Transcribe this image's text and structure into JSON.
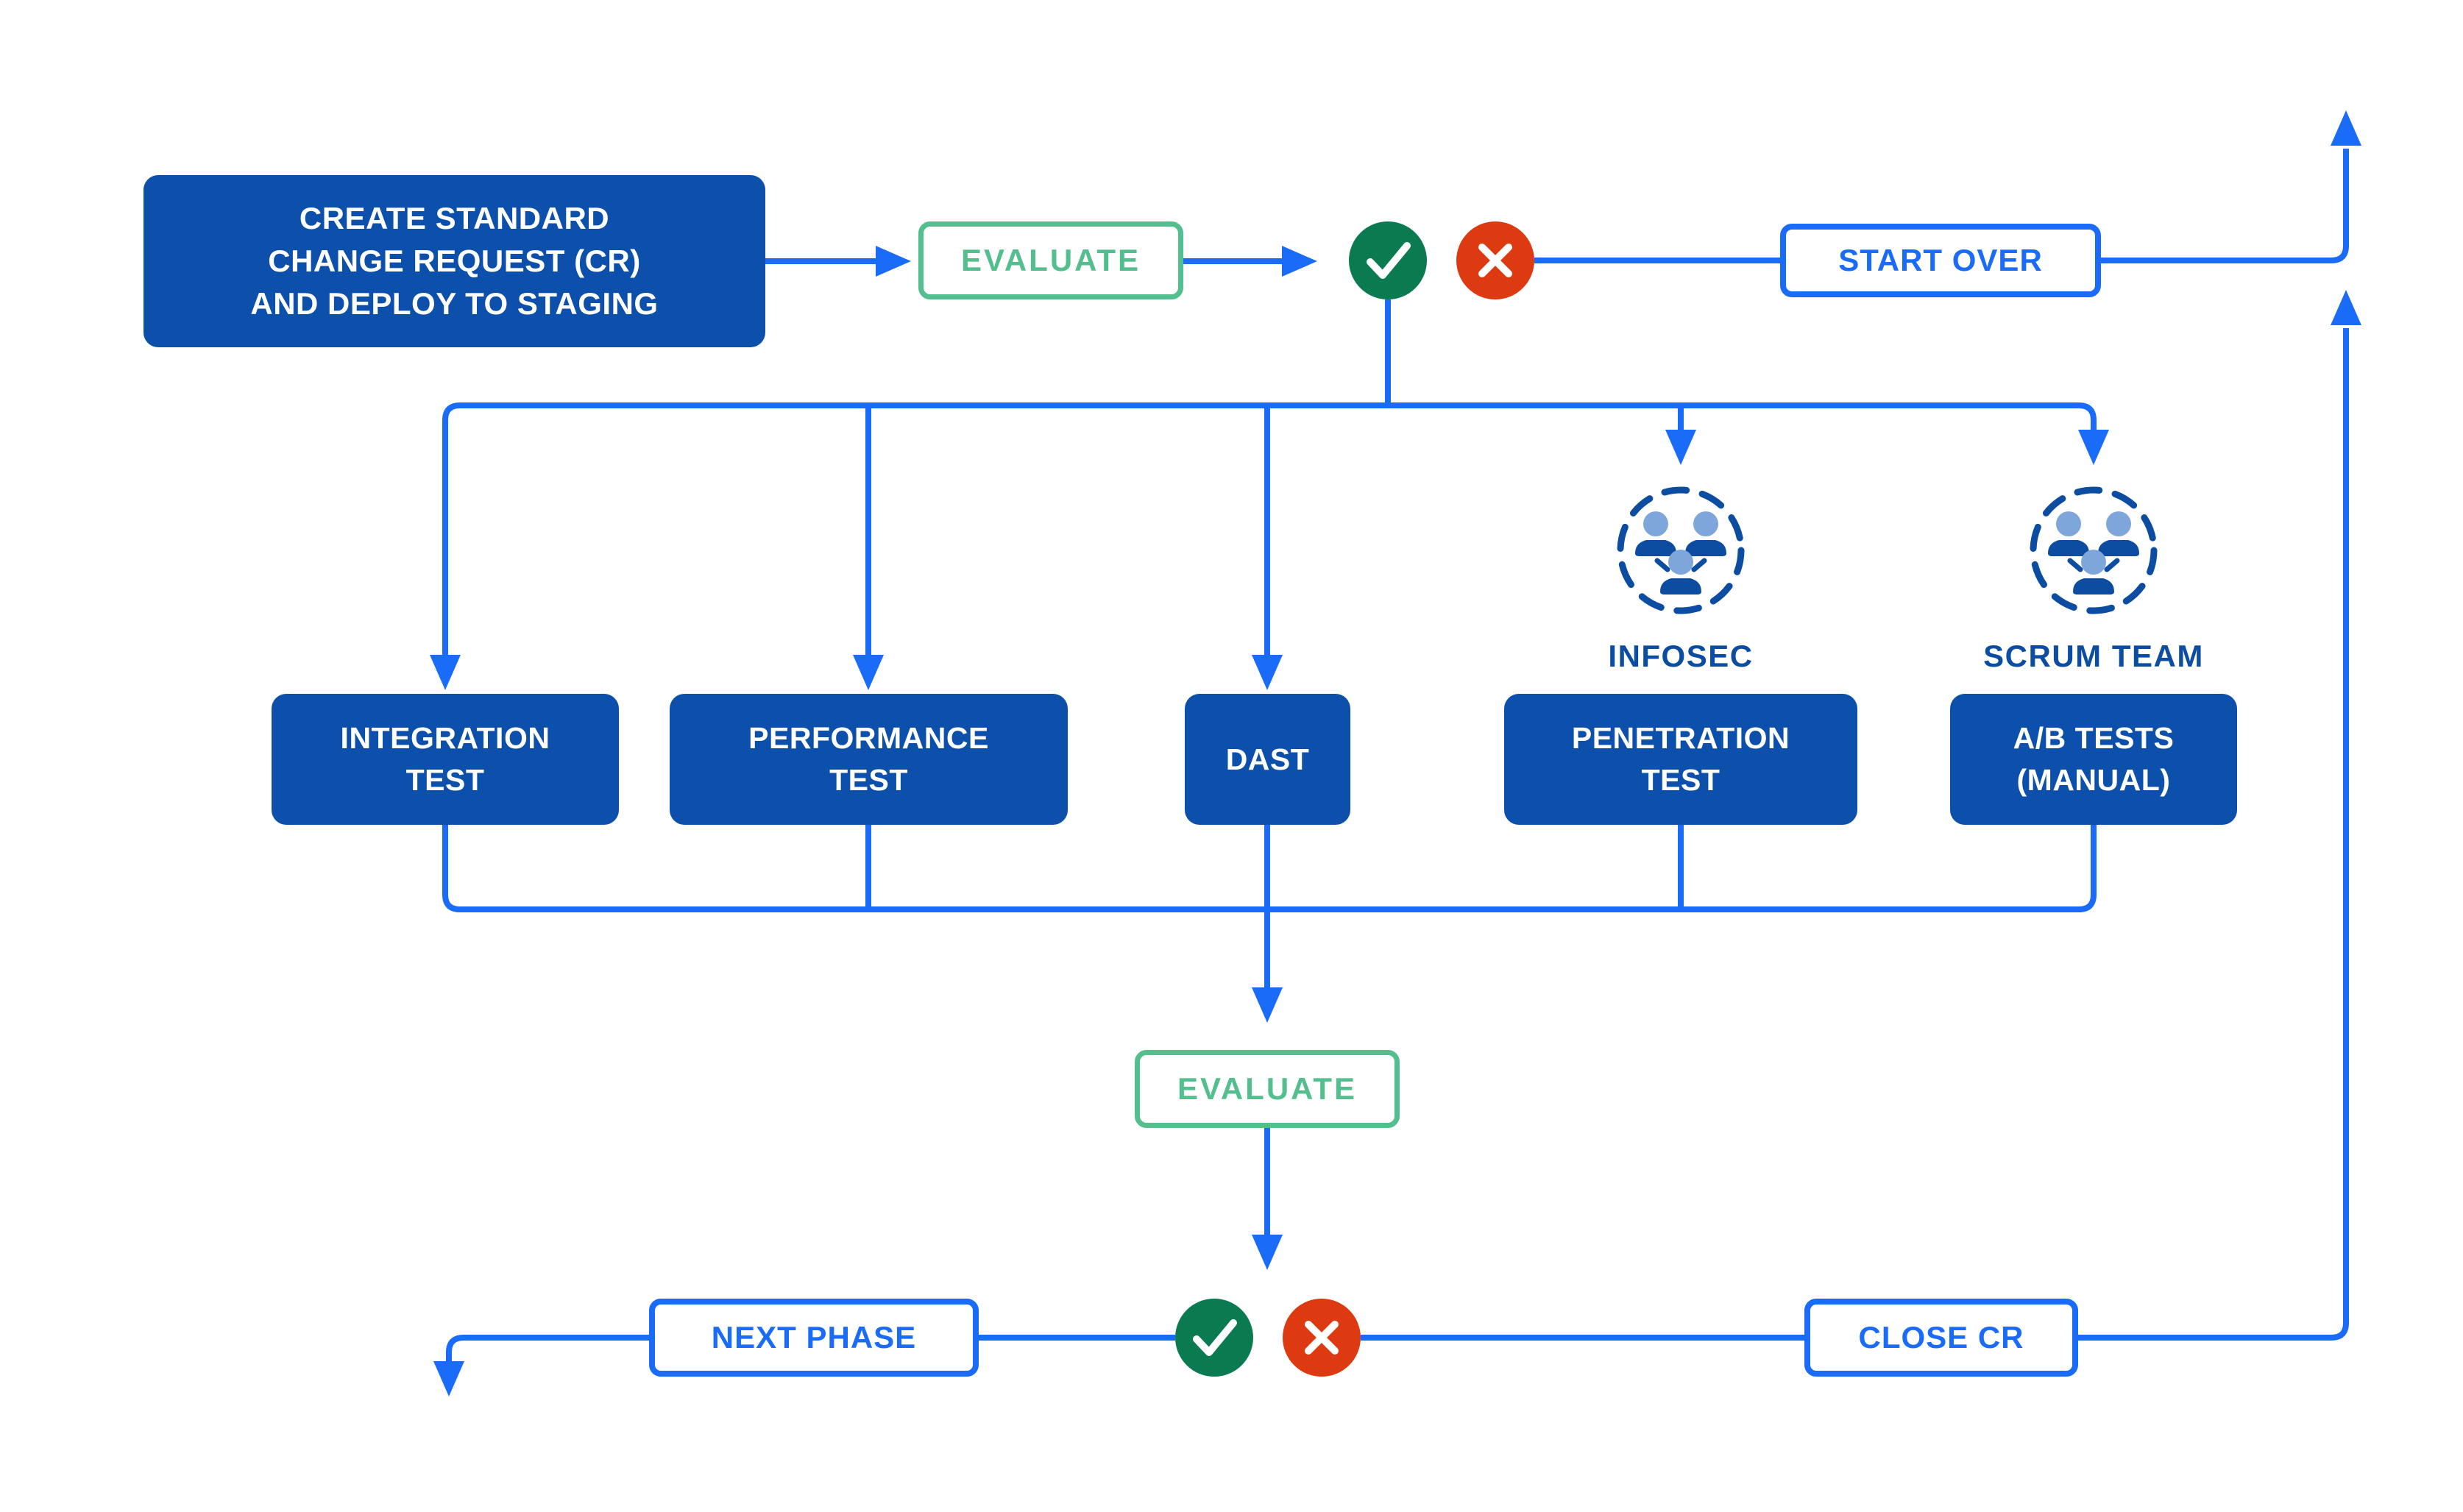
{
  "diagram": {
    "start_box": {
      "line1": "CREATE STANDARD",
      "line2": "CHANGE REQUEST (CR)",
      "line3": "AND DEPLOY TO STAGING"
    },
    "evaluate_top": {
      "label": "EVALUATE"
    },
    "evaluate_bottom": {
      "label": "EVALUATE"
    },
    "outcomes": {
      "start_over": "START OVER",
      "next_phase": "NEXT PHASE",
      "close_cr": "CLOSE CR"
    },
    "tests": [
      {
        "line1": "INTEGRATION",
        "line2": "TEST"
      },
      {
        "line1": "PERFORMANCE",
        "line2": "TEST"
      },
      {
        "line1": "DAST",
        "line2": ""
      },
      {
        "line1": "PENETRATION",
        "line2": "TEST"
      },
      {
        "line1": "A/B TESTS",
        "line2": "(MANUAL)"
      }
    ],
    "teams": [
      {
        "label": "INFOSEC"
      },
      {
        "label": "SCRUM TEAM"
      }
    ],
    "icons": {
      "pass": "check-icon",
      "fail": "cross-icon",
      "team": "team-people-icon",
      "arrow": "arrow-connector"
    },
    "colors": {
      "box_blue": "#0C50AC",
      "line_blue": "#1A6CF8",
      "navy": "#0C4DA2",
      "green": "#53BE8E",
      "check_green": "#0A7B50",
      "fail_red": "#DD3A12",
      "head_blue": "#7FA6DB"
    }
  }
}
